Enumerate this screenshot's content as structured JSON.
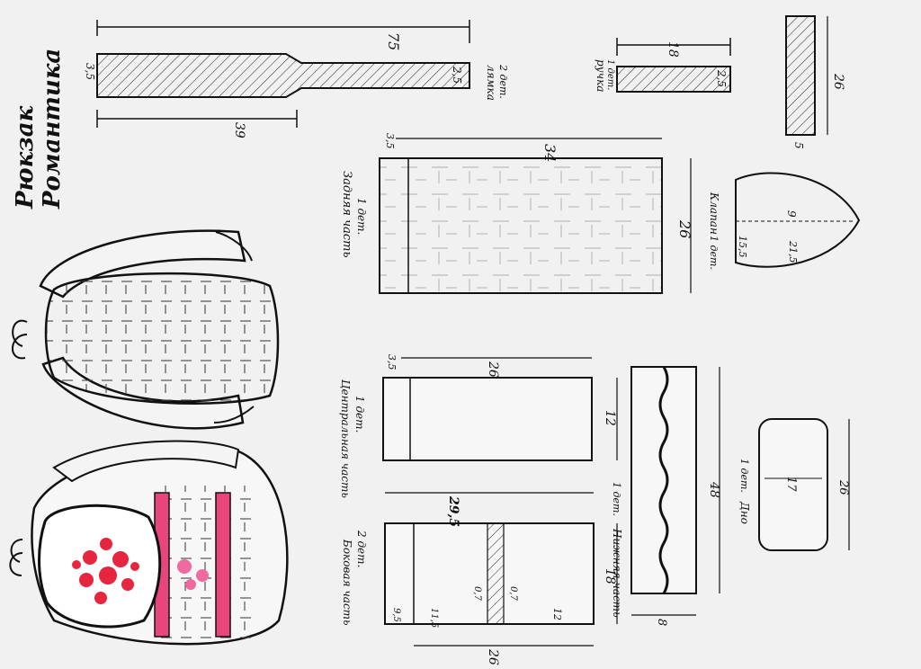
{
  "title": {
    "line1": "Рюкзак",
    "line2": "Романтика",
    "line2_color": "#e0102a"
  },
  "ink_color": "#111111",
  "accent_pink": "#e8457a",
  "strap": {
    "name": "лямка",
    "count": "2 дет.",
    "length": "75",
    "width": "2,5",
    "top_width": "3,5",
    "taper": "39"
  },
  "handle": {
    "name": "ручка",
    "count": "1 дет.",
    "length": "18",
    "width": "2,5"
  },
  "piece26": {
    "length": "26",
    "width": "5"
  },
  "back": {
    "name": "Задняя часть",
    "count": "1 дет.",
    "length": "34",
    "height": "26",
    "strip": "3,5"
  },
  "flap": {
    "name": "Клапан",
    "count": "1 дет.",
    "width": "9",
    "side_a": "15,5",
    "side_b": "21,5"
  },
  "center": {
    "name": "Центральная часть",
    "count": "1 дет.",
    "length": "26",
    "height": "12",
    "strip": "3,5"
  },
  "side": {
    "name": "Боковая часть",
    "count": "2 дет.",
    "length": "29,5",
    "height": "18",
    "base": "26",
    "m1": "9,5",
    "m2": "11,5",
    "m3": "0,7",
    "m4": "0,7",
    "m5": "12"
  },
  "bottom_part": {
    "name": "Нижняя часть",
    "count": "1 дет.",
    "length": "48",
    "height": "8"
  },
  "base": {
    "name": "Дно",
    "count": "1 дет.",
    "length": "26",
    "width": "17"
  }
}
